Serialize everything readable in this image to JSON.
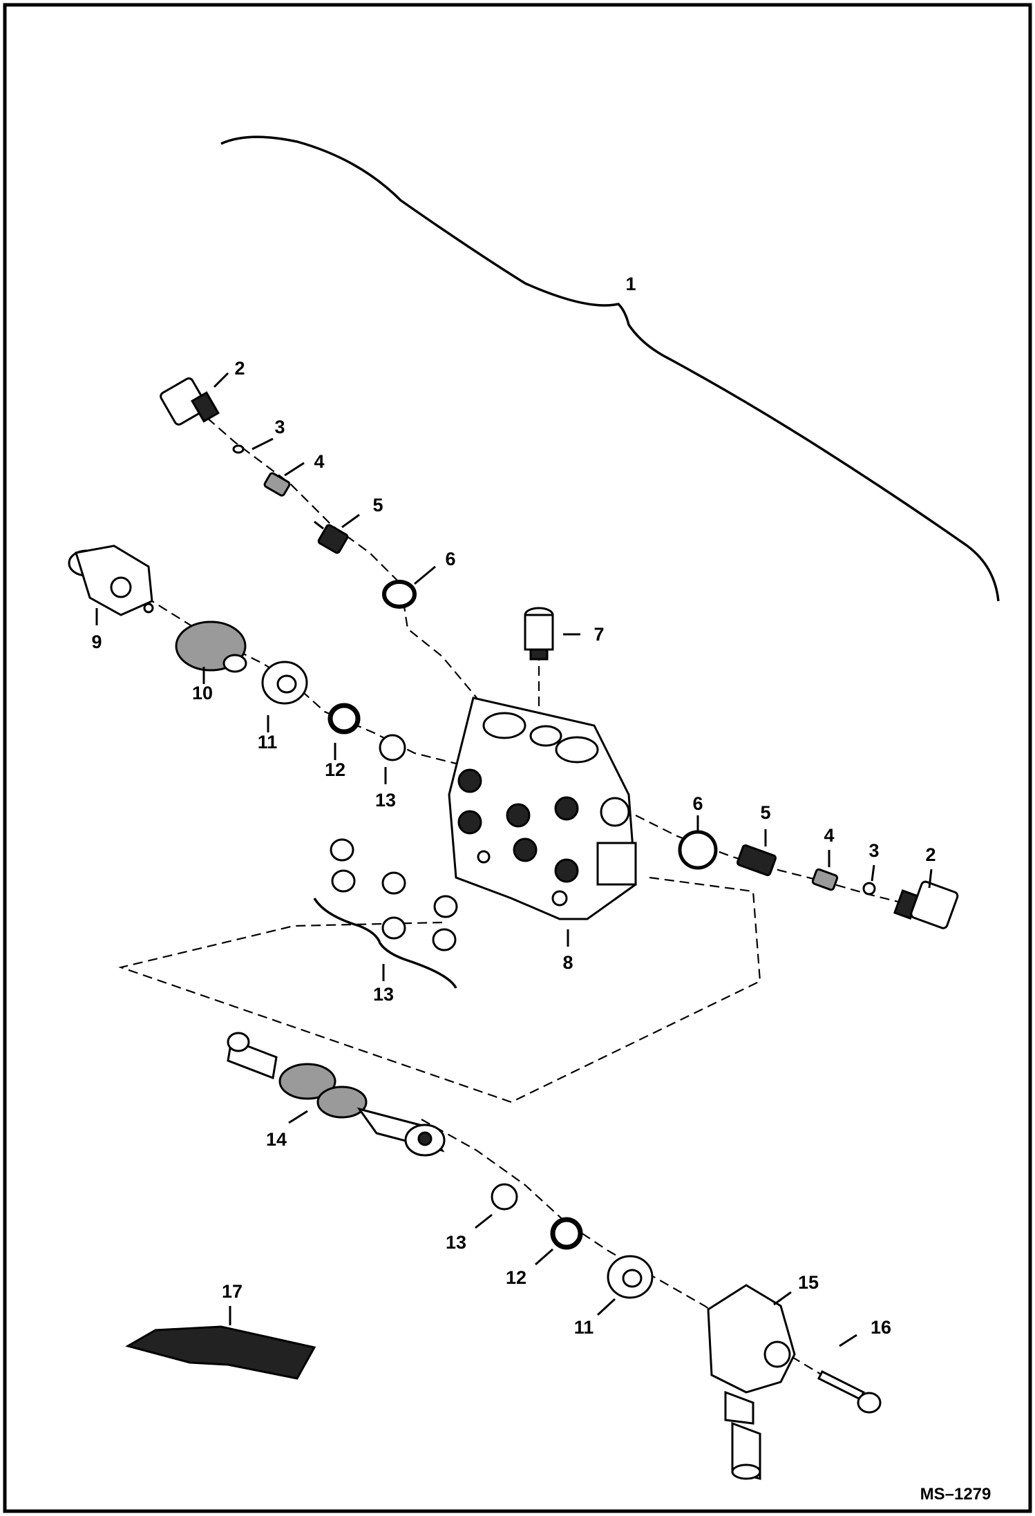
{
  "figure_id": "MS–1279",
  "callouts": [
    {
      "key": "c1",
      "text": "1"
    },
    {
      "key": "c2a",
      "text": "2"
    },
    {
      "key": "c3a",
      "text": "3"
    },
    {
      "key": "c4a",
      "text": "4"
    },
    {
      "key": "c5a",
      "text": "5"
    },
    {
      "key": "c6a",
      "text": "6"
    },
    {
      "key": "c7",
      "text": "7"
    },
    {
      "key": "c9",
      "text": "9"
    },
    {
      "key": "c10",
      "text": "10"
    },
    {
      "key": "c11a",
      "text": "11"
    },
    {
      "key": "c12a",
      "text": "12"
    },
    {
      "key": "c13a",
      "text": "13"
    },
    {
      "key": "c6b",
      "text": "6"
    },
    {
      "key": "c5b",
      "text": "5"
    },
    {
      "key": "c4b",
      "text": "4"
    },
    {
      "key": "c3b",
      "text": "3"
    },
    {
      "key": "c2b",
      "text": "2"
    },
    {
      "key": "c8",
      "text": "8"
    },
    {
      "key": "c13b",
      "text": "13"
    },
    {
      "key": "c14",
      "text": "14"
    },
    {
      "key": "c13c",
      "text": "13"
    },
    {
      "key": "c12b",
      "text": "12"
    },
    {
      "key": "c11b",
      "text": "11"
    },
    {
      "key": "c15",
      "text": "15"
    },
    {
      "key": "c16",
      "text": "16"
    },
    {
      "key": "c17",
      "text": "17"
    }
  ]
}
